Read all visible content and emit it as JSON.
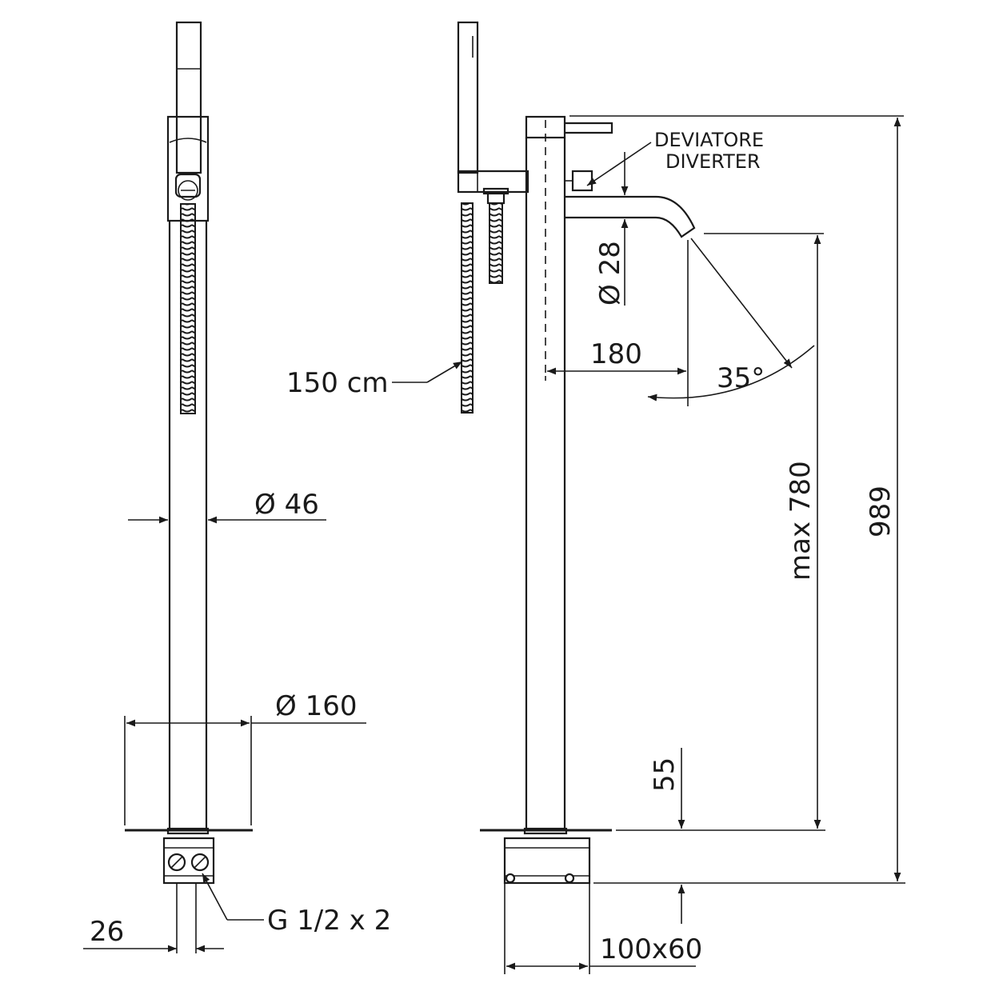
{
  "labels": {
    "diverter_it": "DEVIATORE",
    "diverter_en": "DIVERTER",
    "hose_length": "150 cm",
    "column_diameter": "Ø 46",
    "base_diameter": "Ø 160",
    "connection": "G 1/2 x 2",
    "connection_spacing": "26",
    "spout_diameter": "Ø 28",
    "spout_reach": "180",
    "spout_angle": "35°",
    "spout_height": "max 780",
    "total_height": "989",
    "floor_offset": "55",
    "box_size": "100x60"
  }
}
